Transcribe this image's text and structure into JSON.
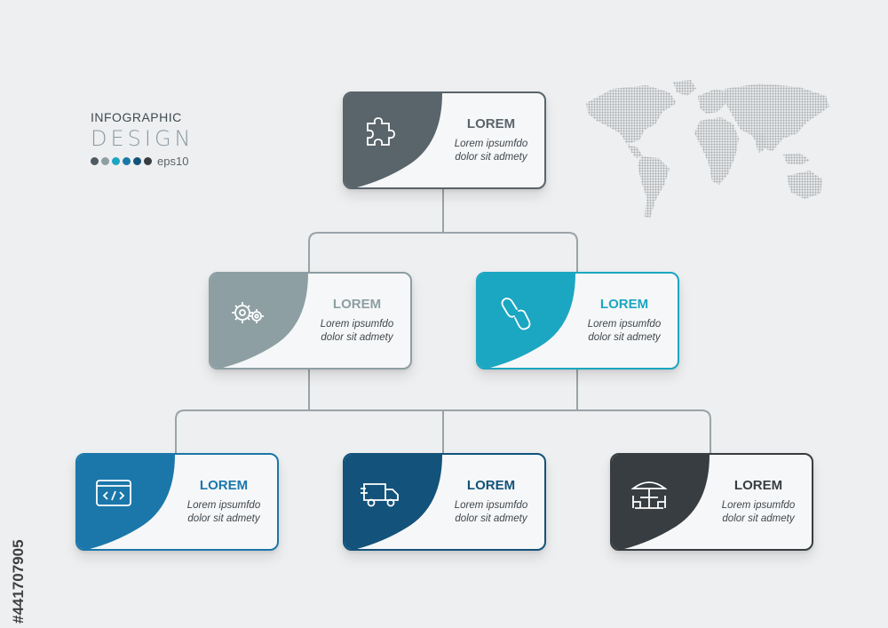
{
  "header": {
    "line1": "INFOGRAPHIC",
    "line2": "DESIGN",
    "eps": "eps10",
    "dot_colors": [
      "#4f5a61",
      "#8d9fa3",
      "#1ba6c1",
      "#1b77aa",
      "#13527a",
      "#383d41"
    ]
  },
  "stock_id": "#441707905",
  "nodes": [
    {
      "title": "LOREM",
      "line1": "Lorem ipsumfdo",
      "line2": "dolor sit admety",
      "color": "#59646b",
      "icon": "puzzle-icon"
    },
    {
      "title": "LOREM",
      "line1": "Lorem ipsumfdo",
      "line2": "dolor sit admety",
      "color": "#8d9fa3",
      "icon": "gears-icon"
    },
    {
      "title": "LOREM",
      "line1": "Lorem ipsumfdo",
      "line2": "dolor sit admety",
      "color": "#1ba6c1",
      "icon": "link-icon"
    },
    {
      "title": "LOREM",
      "line1": "Lorem ipsumfdo",
      "line2": "dolor sit admety",
      "color": "#1b77aa",
      "icon": "code-window-icon"
    },
    {
      "title": "LOREM",
      "line1": "Lorem ipsumfdo",
      "line2": "dolor sit admety",
      "color": "#13527a",
      "icon": "delivery-truck-icon"
    },
    {
      "title": "LOREM",
      "line1": "Lorem ipsumfdo",
      "line2": "dolor sit admety",
      "color": "#383d41",
      "icon": "cafe-table-icon"
    }
  ],
  "colors": {
    "background": "#eeeff0",
    "connector": "#9aa3a8",
    "map": "#a6abae"
  }
}
